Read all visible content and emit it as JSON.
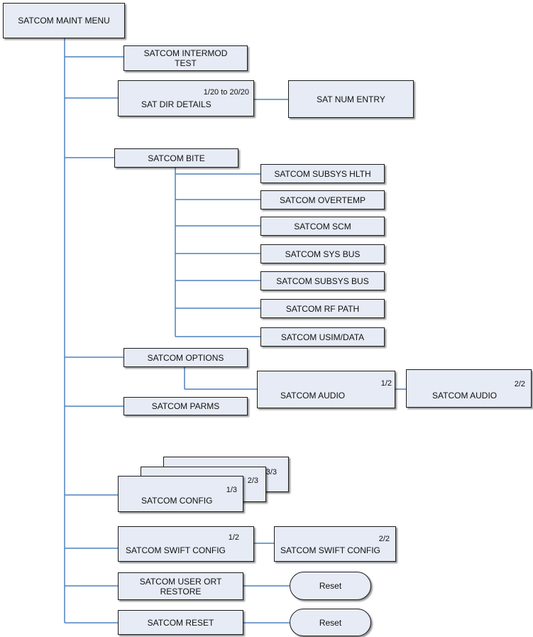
{
  "root": {
    "label": "SATCOM MAINT MENU"
  },
  "intermod": {
    "line1": "SATCOM INTERMOD",
    "line2": "TEST"
  },
  "sat_dir": {
    "page": "1/20 to 20/20",
    "label": "SAT DIR DETAILS"
  },
  "sat_num_entry": {
    "label": "SAT NUM ENTRY"
  },
  "bite": {
    "label": "SATCOM BITE",
    "children": [
      "SATCOM SUBSYS HLTH",
      "SATCOM OVERTEMP",
      "SATCOM SCM",
      "SATCOM SYS BUS",
      "SATCOM SUBSYS BUS",
      "SATCOM RF PATH",
      "SATCOM USIM/DATA"
    ]
  },
  "options": {
    "label": "SATCOM OPTIONS"
  },
  "audio1": {
    "page": "1/2",
    "label": "SATCOM AUDIO"
  },
  "audio2": {
    "page": "2/2",
    "label": "SATCOM AUDIO"
  },
  "parms": {
    "label": "SATCOM PARMS"
  },
  "config": {
    "page1": "1/3",
    "page2": "2/3",
    "page3": "3/3",
    "label": "SATCOM CONFIG"
  },
  "swift1": {
    "page": "1/2",
    "label": "SATCOM SWIFT CONFIG"
  },
  "swift2": {
    "page": "2/2",
    "label": "SATCOM SWIFT CONFIG"
  },
  "user_ort": {
    "line1": "SATCOM USER ORT",
    "line2": "RESTORE"
  },
  "reset_user_ort": {
    "label": "Reset"
  },
  "satcom_reset": {
    "label": "SATCOM RESET"
  },
  "reset_satcom": {
    "label": "Reset"
  },
  "colors": {
    "connector": "#4f81bd",
    "box_fill": "#e6ebf5",
    "border": "#1c1c1c"
  }
}
